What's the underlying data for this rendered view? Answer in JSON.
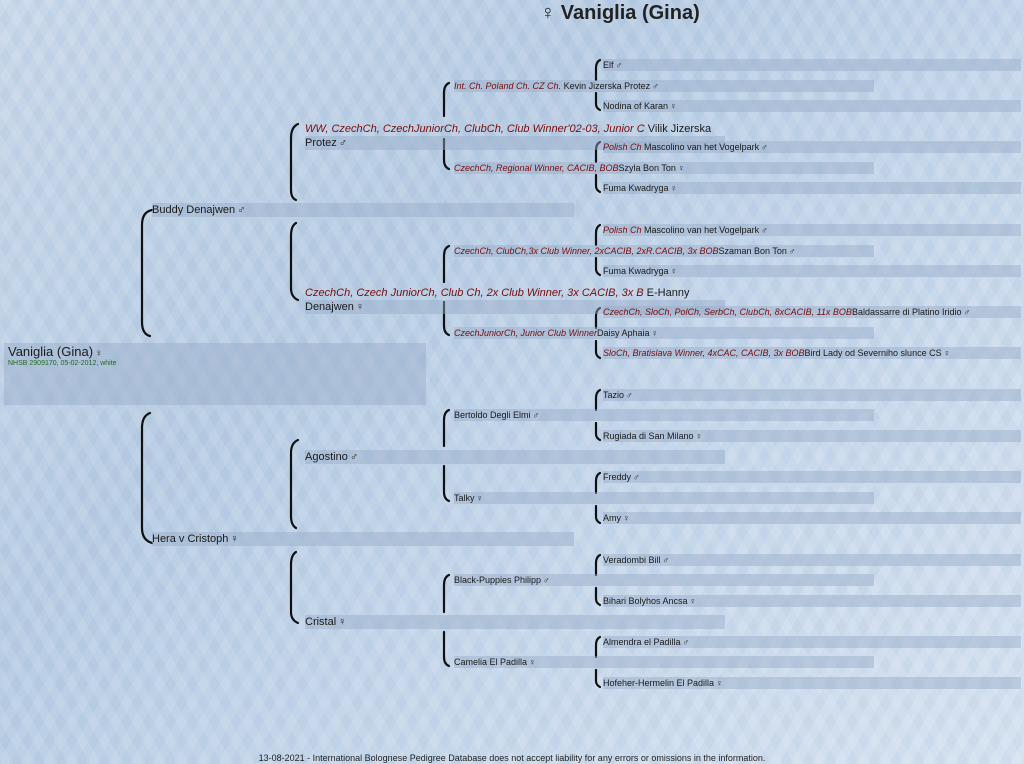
{
  "title": "♀ Vaniglia (Gina)",
  "root": {
    "name": "Vaniglia (Gina)",
    "sex": "♀",
    "info": "NHSB 2909170, 05-02-2012, white"
  },
  "sire": {
    "name": "Buddy Denajwen",
    "sex": "♂"
  },
  "dam": {
    "name": "Hera v Cristoph",
    "sex": "♀"
  },
  "gen2": [
    {
      "titles": "WW, CzechCh, CzechJuniorCh, ClubCh, Club Winner'02-03, Junior C",
      "name": "Vilik Jizerska Protez",
      "sex": "♂"
    },
    {
      "titles": "CzechCh, Czech JuniorCh, Club Ch, 2x Club Winner, 3x CACIB, 3x B",
      "name": "E-Hanny Denajwen",
      "sex": "♀"
    },
    {
      "titles": "",
      "name": "Agostino",
      "sex": "♂"
    },
    {
      "titles": "",
      "name": "Cristal",
      "sex": "♀"
    }
  ],
  "gen3": [
    {
      "titles": "Int. Ch. Poland Ch. CZ Ch.",
      "name": "Kevin Jizerska Protez",
      "sex": "♂"
    },
    {
      "titles": "CzechCh, Regional Winner, CACIB, BOB",
      "name": "Szyla Bon Ton",
      "sex": "♀"
    },
    {
      "titles": "CzechCh, ClubCh,3x Club Winner, 2xCACIB, 2xR.CACIB, 3x BOB",
      "name": "Szaman Bon Ton",
      "sex": "♂"
    },
    {
      "titles": "CzechJuniorCh, Junior Club Winner",
      "name": "Daisy Aphaia",
      "sex": "♀"
    },
    {
      "titles": "",
      "name": "Bertoldo Degli Elmi",
      "sex": "♂"
    },
    {
      "titles": "",
      "name": "Talky",
      "sex": "♀"
    },
    {
      "titles": "",
      "name": "Black-Puppies Philipp",
      "sex": "♂"
    },
    {
      "titles": "",
      "name": "Camelia El Padilla",
      "sex": "♀"
    }
  ],
  "gen4": [
    {
      "titles": "",
      "name": "Elf",
      "sex": "♂"
    },
    {
      "titles": "",
      "name": "Nodina of Karan",
      "sex": "♀"
    },
    {
      "titles": "Polish Ch",
      "name": "Mascolino van het Vogelpark",
      "sex": "♂"
    },
    {
      "titles": "",
      "name": "Fuma Kwadryga",
      "sex": "♀"
    },
    {
      "titles": "Polish Ch",
      "name": "Mascolino van het Vogelpark",
      "sex": "♂"
    },
    {
      "titles": "",
      "name": "Fuma Kwadryga",
      "sex": "♀"
    },
    {
      "titles": "CzechCh, SloCh, PolCh, SerbCh, ClubCh, 8xCACIB, 11x BOB",
      "name": "Baldassarre di Platino Iridio",
      "sex": "♂"
    },
    {
      "titles": "SloCh, Bratislava Winner, 4xCAC, CACIB, 3x BOB",
      "name": "Bird Lady od Severniho slunce CS",
      "sex": "♀"
    },
    {
      "titles": "",
      "name": "Tazio",
      "sex": "♂"
    },
    {
      "titles": "",
      "name": "Rugiada di San Milano",
      "sex": "♀"
    },
    {
      "titles": "",
      "name": "Freddy",
      "sex": "♂"
    },
    {
      "titles": "",
      "name": "Amy",
      "sex": "♀"
    },
    {
      "titles": "",
      "name": "Veradombi Bill",
      "sex": "♂"
    },
    {
      "titles": "",
      "name": "Bihari Bolyhos Ancsa",
      "sex": "♀"
    },
    {
      "titles": "",
      "name": "Almendra el Padilla",
      "sex": "♂"
    },
    {
      "titles": "",
      "name": "Hofeher-Hermelin El Padilla",
      "sex": "♀"
    }
  ],
  "footer": "13-08-2021 - International Bolognese Pedigree Database does not accept liability for any errors or omissions in the information."
}
